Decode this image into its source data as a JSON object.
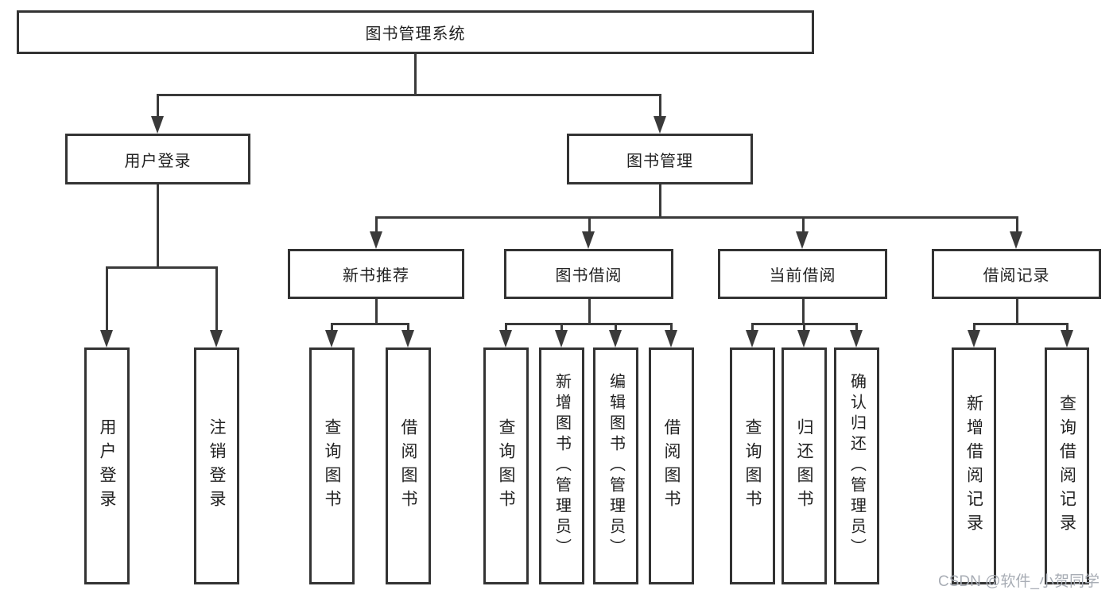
{
  "diagram": {
    "root": {
      "label": "图书管理系统"
    },
    "level2": [
      {
        "label": "用户登录"
      },
      {
        "label": "图书管理"
      }
    ],
    "level3": [
      {
        "label": "新书推荐"
      },
      {
        "label": "图书借阅"
      },
      {
        "label": "当前借阅"
      },
      {
        "label": "借阅记录"
      }
    ],
    "leaves": [
      [
        {
          "label": "用户登录"
        },
        {
          "label": "注销登录"
        }
      ],
      [
        {
          "label": "查询图书"
        },
        {
          "label": "借阅图书"
        }
      ],
      [
        {
          "label": "查询图书"
        },
        {
          "label": "新增图书（管理员）"
        },
        {
          "label": "编辑图书（管理员）"
        },
        {
          "label": "借阅图书"
        }
      ],
      [
        {
          "label": "查询图书"
        },
        {
          "label": "归还图书"
        },
        {
          "label": "确认归还（管理员）"
        }
      ],
      [
        {
          "label": "新增借阅记录"
        },
        {
          "label": "查询借阅记录"
        }
      ]
    ]
  },
  "watermark": {
    "text": "CSDN @软件_小贺同学"
  },
  "colors": {
    "line": "#3a3a3a",
    "box_border": "#333333",
    "text": "#222222",
    "watermark": "#a8adb5",
    "background": "#ffffff"
  }
}
